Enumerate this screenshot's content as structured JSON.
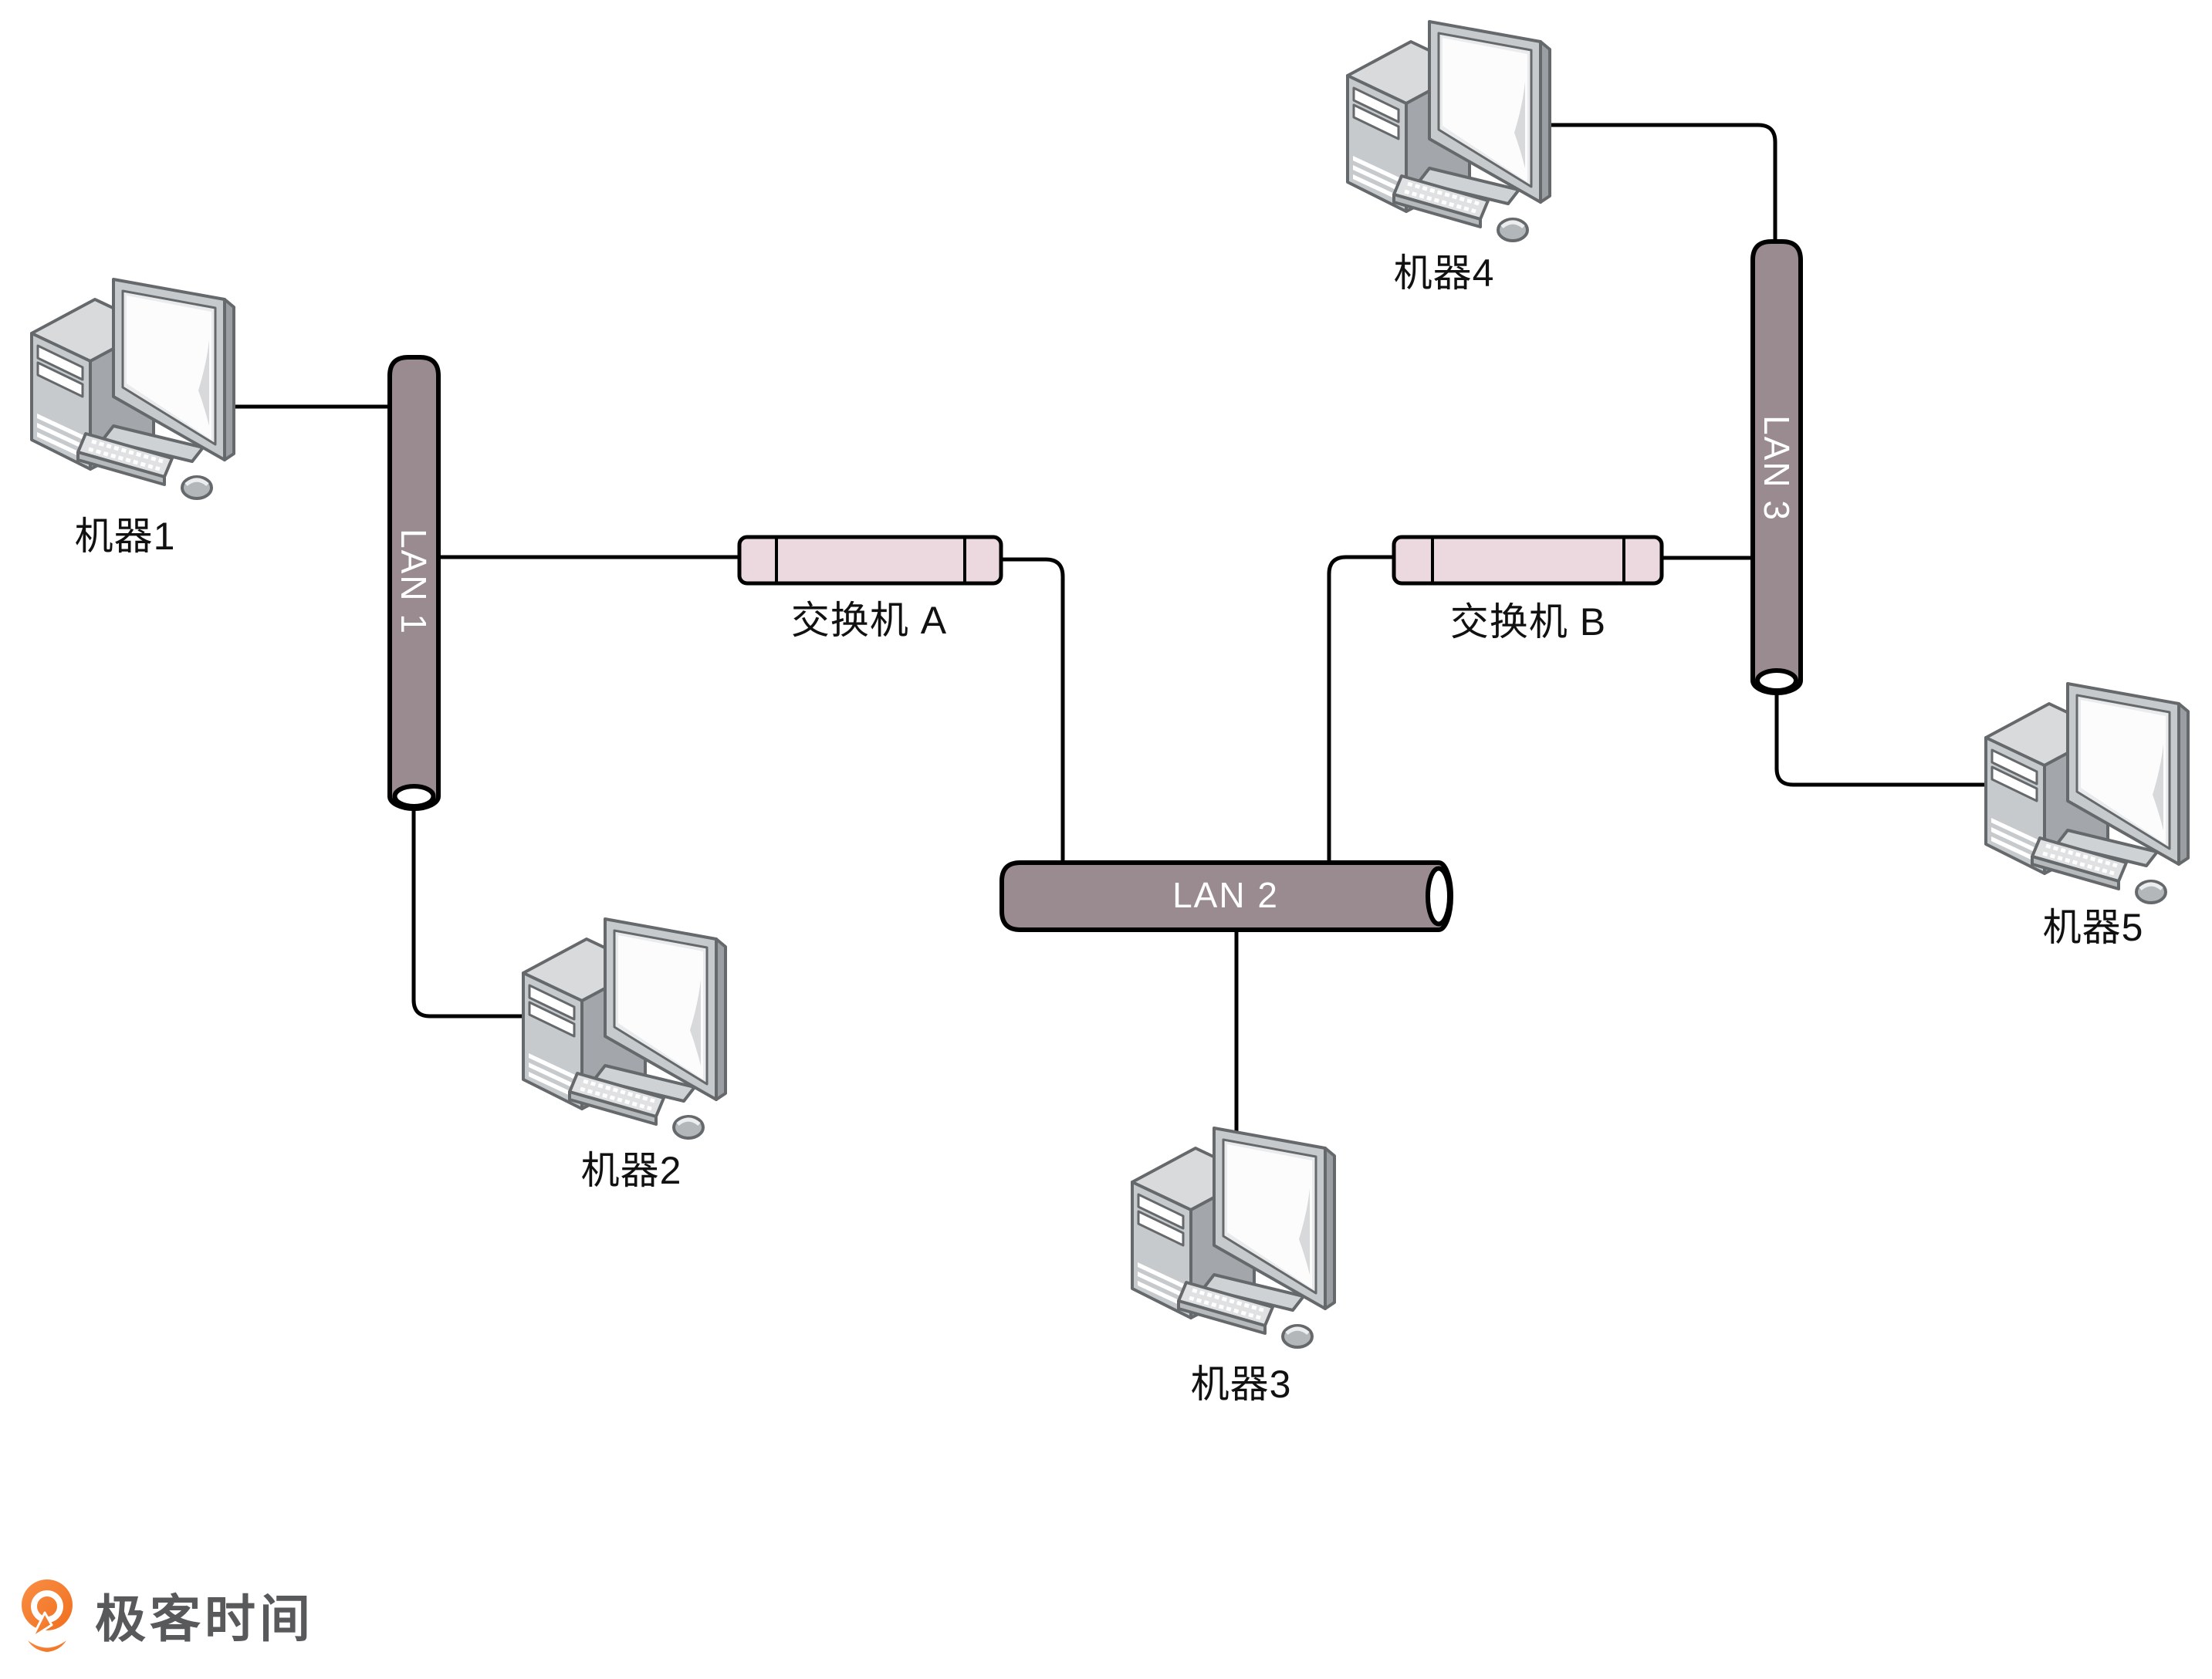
{
  "diagram": {
    "machines": [
      {
        "label": "机器1"
      },
      {
        "label": "机器2"
      },
      {
        "label": "机器3"
      },
      {
        "label": "机器4"
      },
      {
        "label": "机器5"
      }
    ],
    "switches": [
      {
        "label": "交换机 A"
      },
      {
        "label": "交换机 B"
      }
    ],
    "lans": [
      {
        "label": "LAN 1"
      },
      {
        "label": "LAN 2"
      },
      {
        "label": "LAN 3"
      }
    ]
  },
  "logo": {
    "text": "极客时间"
  },
  "colors": {
    "cylinder": "#9a8b90",
    "switch_fill": "#ecd9e0",
    "line": "#000000",
    "label_text": "#111111",
    "lan_label_text": "#ffffff",
    "logo_orange": "#f06f1f",
    "logo_orange_light": "#f98e44",
    "logo_text": "#58595b"
  }
}
